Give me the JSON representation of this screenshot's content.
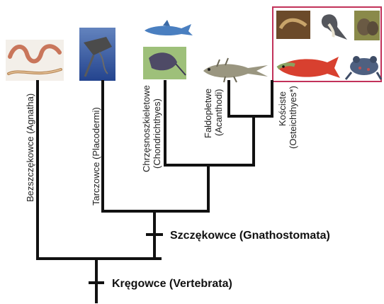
{
  "taxa": [
    {
      "id": "agnatha",
      "label": "Bezszczękowce (Agnatha)",
      "image": "eel-lamprey-icon"
    },
    {
      "id": "placodermi",
      "label": "Tarczowce (Placodermi)",
      "image": "placoderm-fish-icon"
    },
    {
      "id": "chondrichthyes",
      "line1": "Chrzęsnoszkieletowe",
      "line2": "(Chondrichthyes)",
      "image": "shark-ray-icon"
    },
    {
      "id": "acanthodi",
      "line1": "Fałdopłetwe",
      "line2": "(Acanthodi)",
      "image": "acanthodian-fish-icon"
    },
    {
      "id": "osteichthyes",
      "line1": "Kościste",
      "line2": "(Osteichthyes*)",
      "image": "bony-vertebrates-collage-icon"
    }
  ],
  "clades": {
    "gnathostomata": "Szczękowce (Gnathostomata)",
    "vertebrata": "Kręgowce (Vertebrata)"
  },
  "colors": {
    "branch": "#111111",
    "highlight_box": "#c2325a",
    "salmon": "#d8402f"
  }
}
